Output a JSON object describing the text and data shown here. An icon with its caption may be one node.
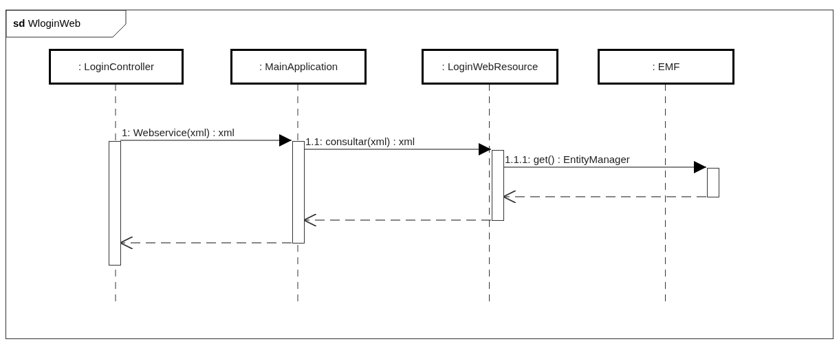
{
  "diagram": {
    "nodes": [
      {
        "text": [
          "**sd** WloginWeb"
        ]
      },
      {
        "text": [
          ": LoginController"
        ],
        "in": 0
      },
      {
        "text": [
          ": MainApplication"
        ],
        "in": 0
      },
      {
        "text": [
          ": LoginWebResource"
        ],
        "in": 0
      },
      {
        "text": [
          ": EMF"
        ],
        "in": 0
      },
      {
        "text": [],
        "shape": "bar",
        "in": 0
      },
      {
        "text": [],
        "shape": "bar",
        "in": 0
      },
      {
        "text": [],
        "shape": "bar",
        "in": 0
      },
      {
        "text": [],
        "shape": "bar",
        "in": 0
      }
    ],
    "edges": [
      {
        "from": 5,
        "to": 6,
        "arrow": "to",
        "label": "1: Webservice(xml) : xml"
      },
      {
        "from": 6,
        "to": 7,
        "arrow": "to",
        "label": "1.1: consultar(xml) : xml"
      },
      {
        "from": 7,
        "to": 8,
        "arrow": "to",
        "label": "1.1.1: get() : EntityManager"
      },
      {
        "from": 8,
        "to": 7,
        "arrow": "to",
        "style": "dashed"
      },
      {
        "from": 7,
        "to": 6,
        "arrow": "to",
        "style": "dashed"
      },
      {
        "from": 6,
        "to": 5,
        "arrow": "to",
        "style": "dashed"
      }
    ]
  }
}
